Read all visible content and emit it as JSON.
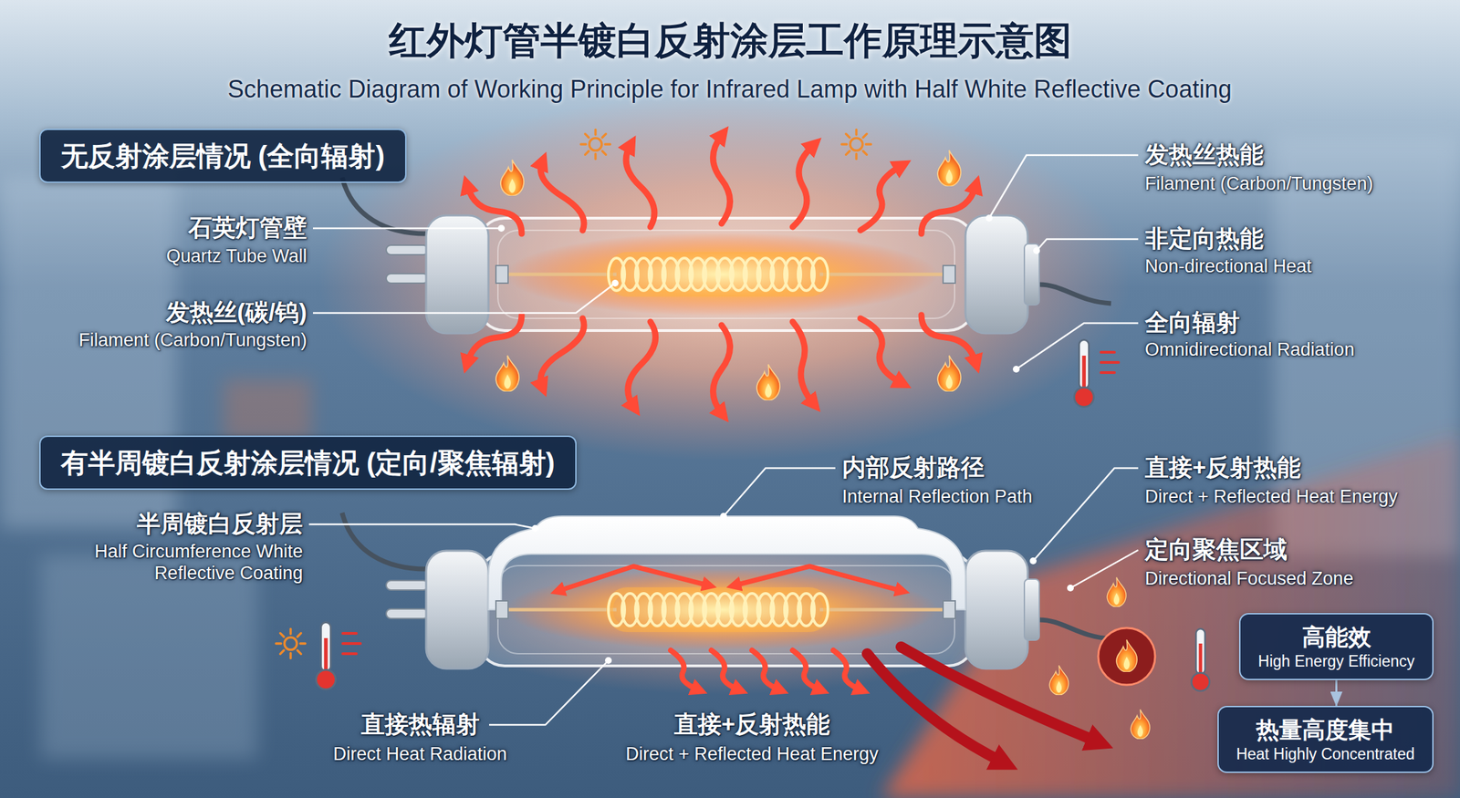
{
  "diagram": {
    "title": "红外灯管半镀白反射涂层工作原理示意图",
    "nodes": [
      {
        "text": [
          "无反射涂层情况 (全向辐射)"
        ]
      },
      {
        "text": [
          "有半周镀白反射涂层情况 (定向/聚焦辐射)"
        ]
      },
      {
        "text": [
          "高能效",
          "High Energy Efficiency"
        ]
      },
      {
        "text": [
          "热量高度集中",
          "Heat Highly Concentrated"
        ]
      }
    ],
    "edges": [
      {
        "from": 2,
        "to": 3,
        "arrow": "to"
      }
    ],
    "labels": [
      "Schematic Diagram of Working Principle for Infrared Lamp with Half White Reflective Coating",
      "石英灯管壁",
      "Quartz Tube Wall",
      "发热丝(碳/钨)",
      "Filament (Carbon/Tungsten)",
      "发热丝热能",
      "Filament (Carbon/Tungsten)",
      "非定向热能",
      "Non-directional Heat",
      "全向辐射",
      "Omnidirectional Radiation",
      "半周镀白反射层",
      "Half Circumference White Reflective Coating",
      "内部反射路径",
      "Internal Reflection Path",
      "直接+反射热能",
      "Direct + Reflected Heat Energy",
      "定向聚焦区域",
      "Directional Focused Zone",
      "直接热辐射",
      "Direct Heat Radiation",
      "直接+反射热能",
      "Direct + Reflected Heat Energy"
    ]
  }
}
